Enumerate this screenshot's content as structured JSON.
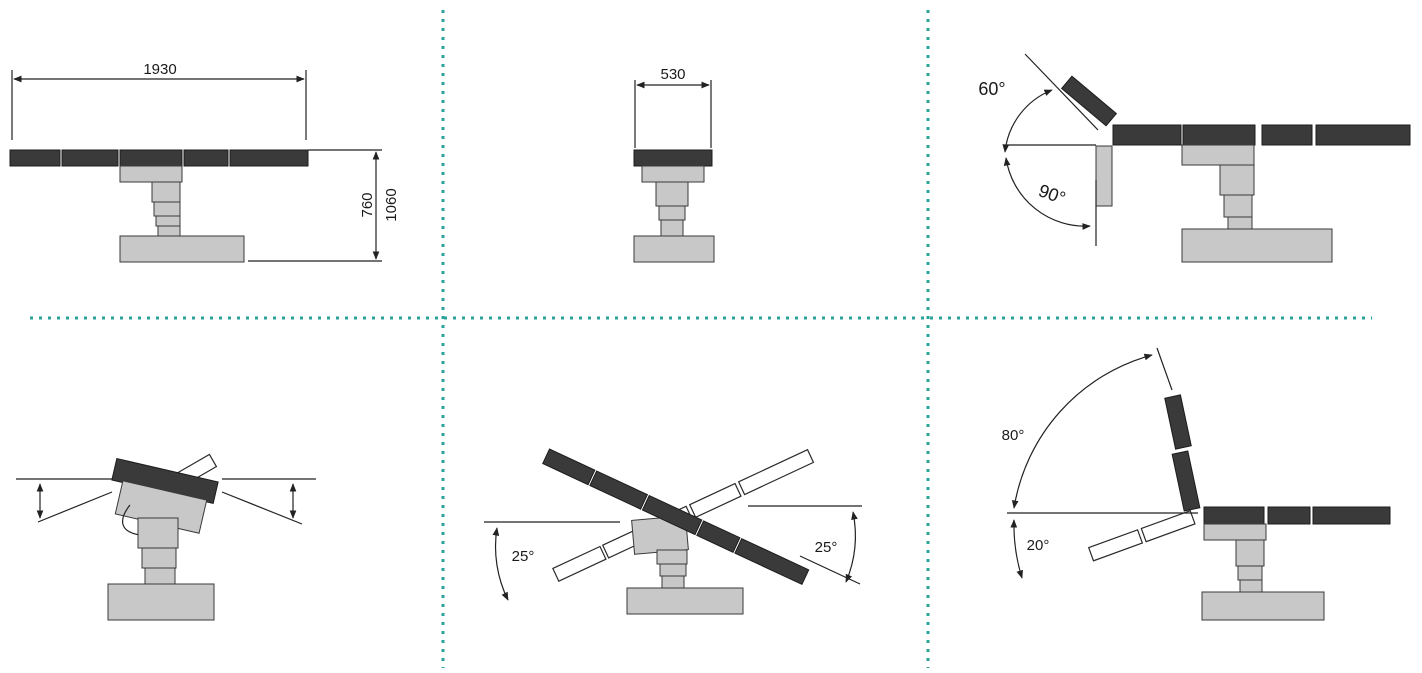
{
  "dimensions": {
    "length": "1930",
    "width": "530",
    "height_min": "760",
    "height_max": "1060"
  },
  "head_section": {
    "angle_up": "60°",
    "angle_down": "90°"
  },
  "trendelenburg": {
    "angle_left": "25°",
    "angle_right": "25°"
  },
  "back_section": {
    "angle_up": "80°",
    "angle_down": "20°"
  },
  "colors": {
    "tabletop": "#3a3a3a",
    "base": "#c8c8c8",
    "divider": "#2aa39a"
  }
}
